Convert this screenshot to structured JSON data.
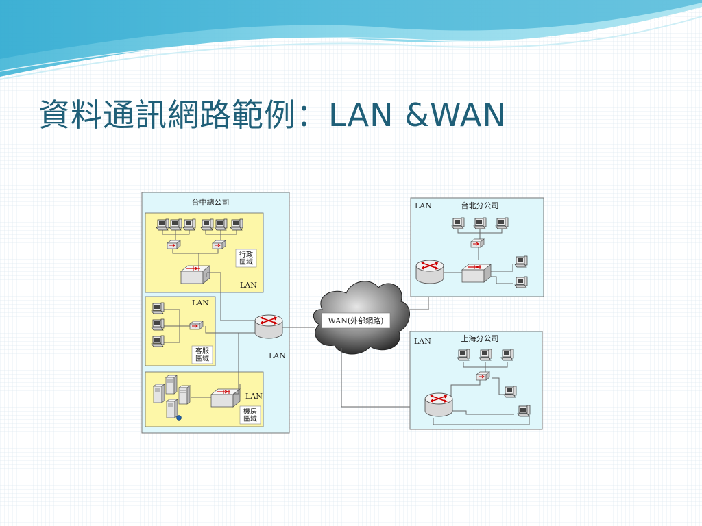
{
  "title": "資料通訊網路範例：LAN &WAN",
  "colors": {
    "title": "#1f5f78",
    "site_fill": "#dff7fb",
    "zone_fill": "#fdf7a8",
    "wave": "#5bc2dc"
  },
  "hq": {
    "label": "台中總公司",
    "lan_label": "LAN",
    "admin": {
      "label_line1": "行政",
      "label_line2": "區域",
      "lan_label": "LAN"
    },
    "service": {
      "label_line1": "客服",
      "label_line2": "區域",
      "lan_label": "LAN"
    },
    "server_room": {
      "label_line1": "機房",
      "label_line2": "區域",
      "lan_label": "LAN"
    }
  },
  "wan": {
    "label": "WAN(外部網路)"
  },
  "taipei": {
    "label": "台北分公司",
    "lan_label": "LAN"
  },
  "shanghai": {
    "label": "上海分公司",
    "lan_label": "LAN"
  },
  "icons": [
    "pc-icon",
    "switch-icon",
    "router-icon",
    "server-icon",
    "cloud-icon"
  ]
}
